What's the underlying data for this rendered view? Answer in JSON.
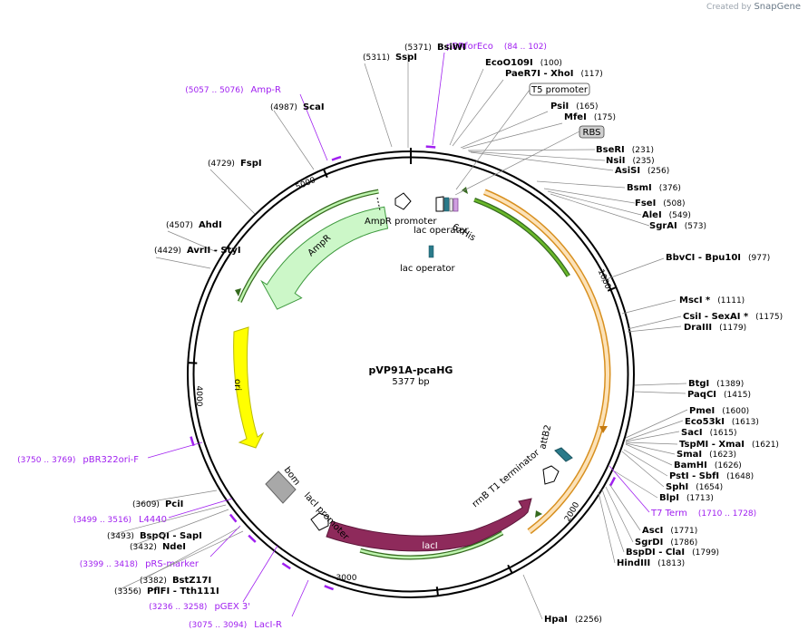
{
  "credit": {
    "prefix": "Created by",
    "brand": "SnapGene"
  },
  "plasmid": {
    "name": "pVP91A-pcaHG",
    "length": "5377 bp"
  },
  "scale": {
    "ticks": [
      "1000",
      "2000",
      "3000",
      "4000",
      "5000"
    ]
  },
  "colors": {
    "ampr": "#ccf7c8",
    "ampr_border": "#3f9a3f",
    "ori": "#ffff00",
    "lacI": "#8e2a5b",
    "orange_arc": "#f0a030",
    "green_arc": "#6ab82a",
    "primer": "#a020f0",
    "sixhis": "#a050c0",
    "lac_operator": "#2a7a8a",
    "attB2": "#2a7a8a",
    "bom": "#999999"
  },
  "features": [
    {
      "label": "AmpR promoter"
    },
    {
      "label": "AmpR"
    },
    {
      "label": "lac operator"
    },
    {
      "label": "lac operator"
    },
    {
      "label": "6xHis"
    },
    {
      "label": "ori"
    },
    {
      "label": "bom"
    },
    {
      "label": "lacI promoter"
    },
    {
      "label": "lacI"
    },
    {
      "label": "rrnB T1 terminator"
    },
    {
      "label": "attB2"
    }
  ],
  "boxed_labels": [
    {
      "label": "T5 promoter"
    },
    {
      "label": "RBS"
    }
  ],
  "primers": [
    {
      "name": "pBRforEco",
      "range": "(84 .. 102)"
    },
    {
      "name": "Amp-R",
      "range": "(5057 .. 5076)"
    },
    {
      "name": "T7 Term",
      "range": "(1710 .. 1728)"
    },
    {
      "name": "pBR322ori-F",
      "range": "(3750 .. 3769)"
    },
    {
      "name": "L4440",
      "range": "(3499 .. 3516)"
    },
    {
      "name": "pRS-marker",
      "range": "(3399 .. 3418)"
    },
    {
      "name": "pGEX 3'",
      "range": "(3236 .. 3258)"
    },
    {
      "name": "LacI-R",
      "range": "(3075 .. 3094)"
    }
  ],
  "sites": [
    {
      "pos": "(5371)",
      "name": "BsiWI"
    },
    {
      "pos": "(5311)",
      "name": "SspI"
    },
    {
      "pos": "(4987)",
      "name": "ScaI"
    },
    {
      "pos": "(4729)",
      "name": "FspI"
    },
    {
      "pos": "(4507)",
      "name": "AhdI"
    },
    {
      "pos": "(4429)",
      "name": "AvrII",
      "extra": " - StyI"
    },
    {
      "pos": "(100)",
      "name": "EcoO109I"
    },
    {
      "pos": "(117)",
      "name": "PaeR7I",
      "extra": " - XhoI"
    },
    {
      "pos": "(165)",
      "name": "PsiI"
    },
    {
      "pos": "(175)",
      "name": "MfeI"
    },
    {
      "pos": "(231)",
      "name": "BseRI"
    },
    {
      "pos": "(235)",
      "name": "NsiI"
    },
    {
      "pos": "(256)",
      "name": "AsiSI"
    },
    {
      "pos": "(376)",
      "name": "BsmI"
    },
    {
      "pos": "(508)",
      "name": "FseI"
    },
    {
      "pos": "(549)",
      "name": "AleI"
    },
    {
      "pos": "(573)",
      "name": "SgrAI"
    },
    {
      "pos": "(977)",
      "name": "BbvCI",
      "extra": " - Bpu10I"
    },
    {
      "pos": "(1111)",
      "name": "MscI *"
    },
    {
      "pos": "(1175)",
      "name": "CsiI",
      "extra": " - SexAI *"
    },
    {
      "pos": "(1179)",
      "name": "DraIII"
    },
    {
      "pos": "(1389)",
      "name": "BtgI"
    },
    {
      "pos": "(1415)",
      "name": "PaqCI"
    },
    {
      "pos": "(1600)",
      "name": "PmeI"
    },
    {
      "pos": "(1613)",
      "name": "Eco53kI"
    },
    {
      "pos": "(1615)",
      "name": "SacI"
    },
    {
      "pos": "(1621)",
      "name": "TspMI",
      "extra": " - XmaI"
    },
    {
      "pos": "(1623)",
      "name": "SmaI"
    },
    {
      "pos": "(1626)",
      "name": "BamHI"
    },
    {
      "pos": "(1648)",
      "name": "PstI",
      "extra": " - SbfI"
    },
    {
      "pos": "(1654)",
      "name": "SphI"
    },
    {
      "pos": "(1713)",
      "name": "BlpI"
    },
    {
      "pos": "(1771)",
      "name": "AscI"
    },
    {
      "pos": "(1786)",
      "name": "SgrDI"
    },
    {
      "pos": "(1799)",
      "name": "BspDI",
      "extra": " - ClaI"
    },
    {
      "pos": "(1813)",
      "name": "HindIII"
    },
    {
      "pos": "(2256)",
      "name": "HpaI"
    },
    {
      "pos": "(3609)",
      "name": "PciI"
    },
    {
      "pos": "(3493)",
      "name": "BspQI",
      "extra": " - SapI"
    },
    {
      "pos": "(3432)",
      "name": "NdeI"
    },
    {
      "pos": "(3382)",
      "name": "BstZ17I"
    },
    {
      "pos": "(3356)",
      "name": "PflFI",
      "extra": " - Tth111I"
    }
  ]
}
